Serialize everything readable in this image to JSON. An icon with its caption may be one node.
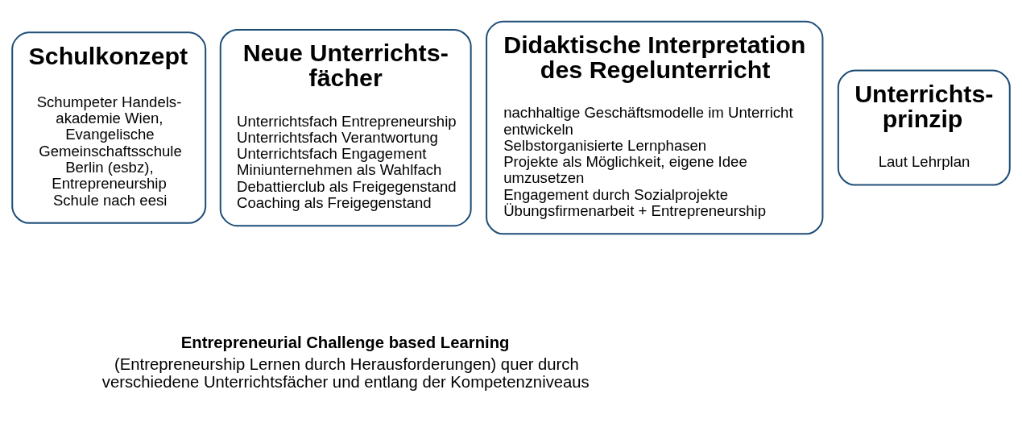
{
  "diagram": {
    "nodes": [
      {
        "text": [
          "Schulkonzept",
          "Schumpeter Handels- akademie Wien, Evangelische Gemeinschaftsschule Berlin (esbz), Entrepreneurship Schule nach eesi"
        ]
      },
      {
        "text": [
          "Neue Unterrichts- fächer",
          "Unterrichtsfach Entrepreneurship",
          "Unterrichtsfach Verantwortung",
          "Unterrichtsfach Engagement",
          "Miniunternehmen als Wahlfach",
          "Debattierclub als Freigegenstand",
          "Coaching als Freigegenstand"
        ]
      },
      {
        "text": [
          "Didaktische Interpretation des Regelunterricht",
          "nachhaltige Geschäftsmodelle im Unterricht entwickeln",
          "Selbstorganisierte Lernphasen",
          "Projekte als Möglichkeit, eigene Idee umzusetzen",
          "Engagement durch Sozialprojekte",
          "Übungsfirmenarbeit + Entrepreneurship"
        ]
      },
      {
        "text": [
          "Unterrichts- prinzip",
          "Laut Lehrplan"
        ]
      }
    ],
    "edges": [],
    "labels": [
      "Entrepreneurial Challenge based Learning",
      "(Entrepreneurship Lernen durch Herausforderungen) quer durch verschiedene Unterrichtsfächer und entlang der Kompetenzniveaus"
    ]
  }
}
